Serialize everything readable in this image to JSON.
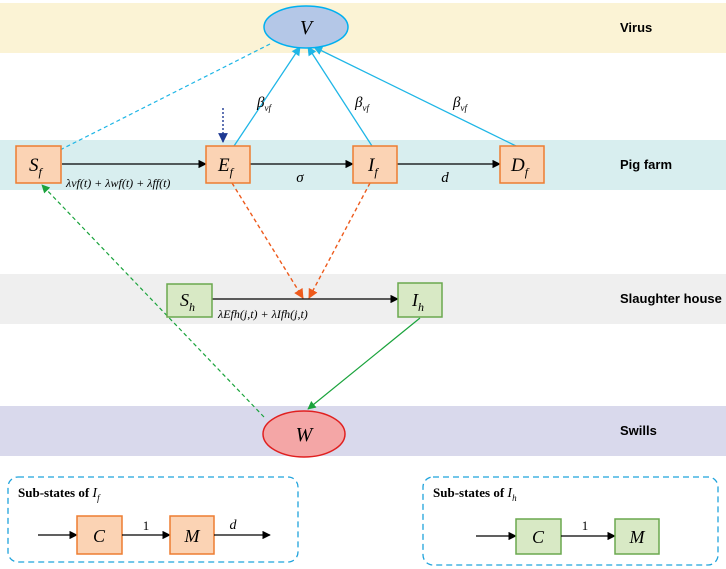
{
  "bands": {
    "virus": "Virus",
    "pig_farm": "Pig farm",
    "slaughter_house": "Slaughter house",
    "swills": "Swills"
  },
  "nodes": {
    "V": "V",
    "W": "W",
    "Sf": "S",
    "Sf_sub": "f",
    "Ef": "E",
    "Ef_sub": "f",
    "If": "I",
    "If_sub": "f",
    "Df": "D",
    "Df_sub": "f",
    "Sh": "S",
    "Sh_sub": "h",
    "Ih": "I",
    "Ih_sub": "h"
  },
  "edge_labels": {
    "beta": "β",
    "beta_sub": "vf",
    "sigma": "σ",
    "d": "d",
    "lambda_farm": "λvf(t) + λwf(t) + λff(t)",
    "lambda_slaughter": "λEfh(j,t) + λIfh(j,t)"
  },
  "substates_f": {
    "title": "Sub-states of ",
    "title_var": "I",
    "title_sub": "f",
    "C": "C",
    "M": "M",
    "rate_cm": "1",
    "rate_out": "d"
  },
  "substates_h": {
    "title": "Sub-states of ",
    "title_var": "I",
    "title_sub": "h",
    "C": "C",
    "M": "M",
    "rate_cm": "1"
  },
  "colors": {
    "virus_band": "#fbf3d5",
    "farm_band": "#d8eeef",
    "slaughter_band": "#efefef",
    "swill_band": "#d9d9ec",
    "orange_fill": "#fbd3b4",
    "orange_stroke": "#ed7d31",
    "green_fill": "#d8e9c5",
    "green_stroke": "#6aa84f",
    "v_fill": "#b4c7e7",
    "v_stroke": "#00b0f0",
    "w_fill": "#f4a6a6",
    "w_stroke": "#e02020",
    "cyan_arrow": "#1fb6e6",
    "orange_arrow": "#ed5a1c",
    "green_arrow": "#1aa33c",
    "navy_arrow": "#1f3a93",
    "dashed_box": "#1fa3dc"
  }
}
